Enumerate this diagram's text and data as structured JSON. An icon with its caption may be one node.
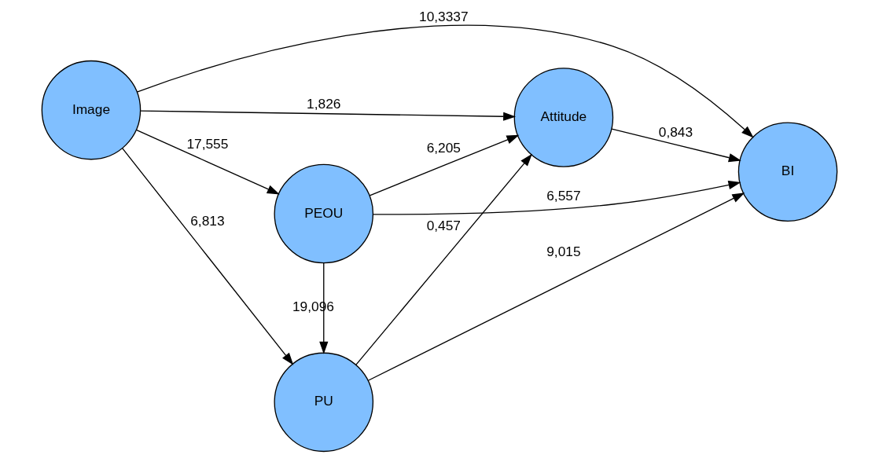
{
  "diagram": {
    "nodes": [
      {
        "text": [
          "Image"
        ]
      },
      {
        "text": [
          "PU"
        ]
      },
      {
        "text": [
          "Attitude"
        ]
      },
      {
        "text": [
          "PEOU"
        ]
      },
      {
        "text": [
          "BI"
        ]
      }
    ],
    "edges": [
      {
        "from": 0,
        "to": 4,
        "arrow": "to",
        "label": "10,3337"
      },
      {
        "from": 0,
        "to": 1,
        "arrow": "to",
        "label": "6,813"
      },
      {
        "from": 1,
        "to": 2,
        "arrow": "to",
        "label": "0,457"
      },
      {
        "from": 1,
        "to": 4,
        "arrow": "to",
        "label": "9,015"
      },
      {
        "from": 0,
        "to": 2,
        "arrow": "to",
        "label": "1,826"
      },
      {
        "from": 3,
        "to": 1,
        "arrow": "to",
        "label": "19,096"
      },
      {
        "from": 2,
        "to": 4,
        "arrow": "to",
        "label": "0,843"
      },
      {
        "from": 0,
        "to": 3,
        "arrow": "to",
        "label": "17,555"
      },
      {
        "from": 3,
        "to": 2,
        "arrow": "to",
        "label": "6,205"
      },
      {
        "from": 3,
        "to": 4,
        "arrow": "to",
        "label": "6,557"
      }
    ]
  }
}
